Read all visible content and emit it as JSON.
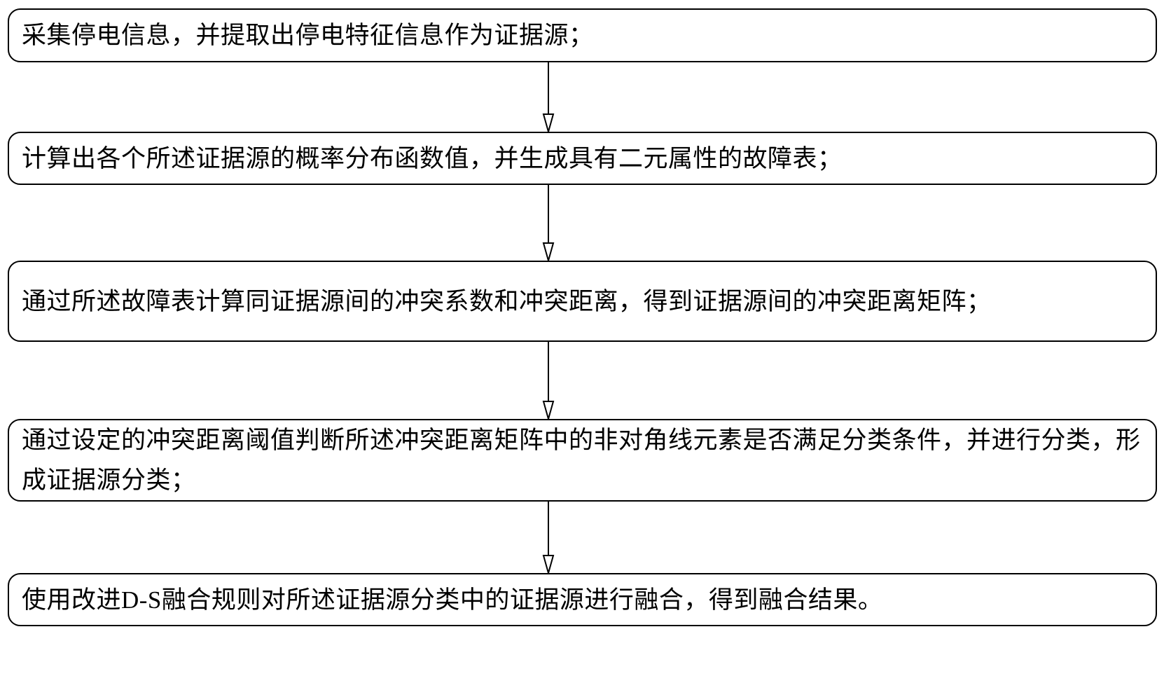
{
  "diagram": {
    "type": "flowchart",
    "orientation": "vertical",
    "title": "",
    "background_color": "#ffffff",
    "line_color": "#000000",
    "text_color": "#000000",
    "node_shape": "rounded-rectangle",
    "arrow_style": "hollow-triangle",
    "nodes": [
      {
        "id": "step-1",
        "text": "采集停电信息，并提取出停电特征信息作为证据源；"
      },
      {
        "id": "step-2",
        "text": "计算出各个所述证据源的概率分布函数值，并生成具有二元属性的故障表；"
      },
      {
        "id": "step-3",
        "text": "通过所述故障表计算同证据源间的冲突系数和冲突距离，得到证据源间的冲突距离矩阵；"
      },
      {
        "id": "step-4",
        "text": "通过设定的冲突距离阈值判断所述冲突距离矩阵中的非对角线元素是否满足分类条件，并进行分类，形成证据源分类；"
      },
      {
        "id": "step-5",
        "text": "使用改进D-S融合规则对所述证据源分类中的证据源进行融合，得到融合结果。"
      }
    ],
    "connectors": [
      {
        "id": "arrow-1-2",
        "from": "step-1",
        "to": "step-2"
      },
      {
        "id": "arrow-2-3",
        "from": "step-2",
        "to": "step-3"
      },
      {
        "id": "arrow-3-4",
        "from": "step-3",
        "to": "step-4"
      },
      {
        "id": "arrow-4-5",
        "from": "step-4",
        "to": "step-5"
      }
    ]
  }
}
